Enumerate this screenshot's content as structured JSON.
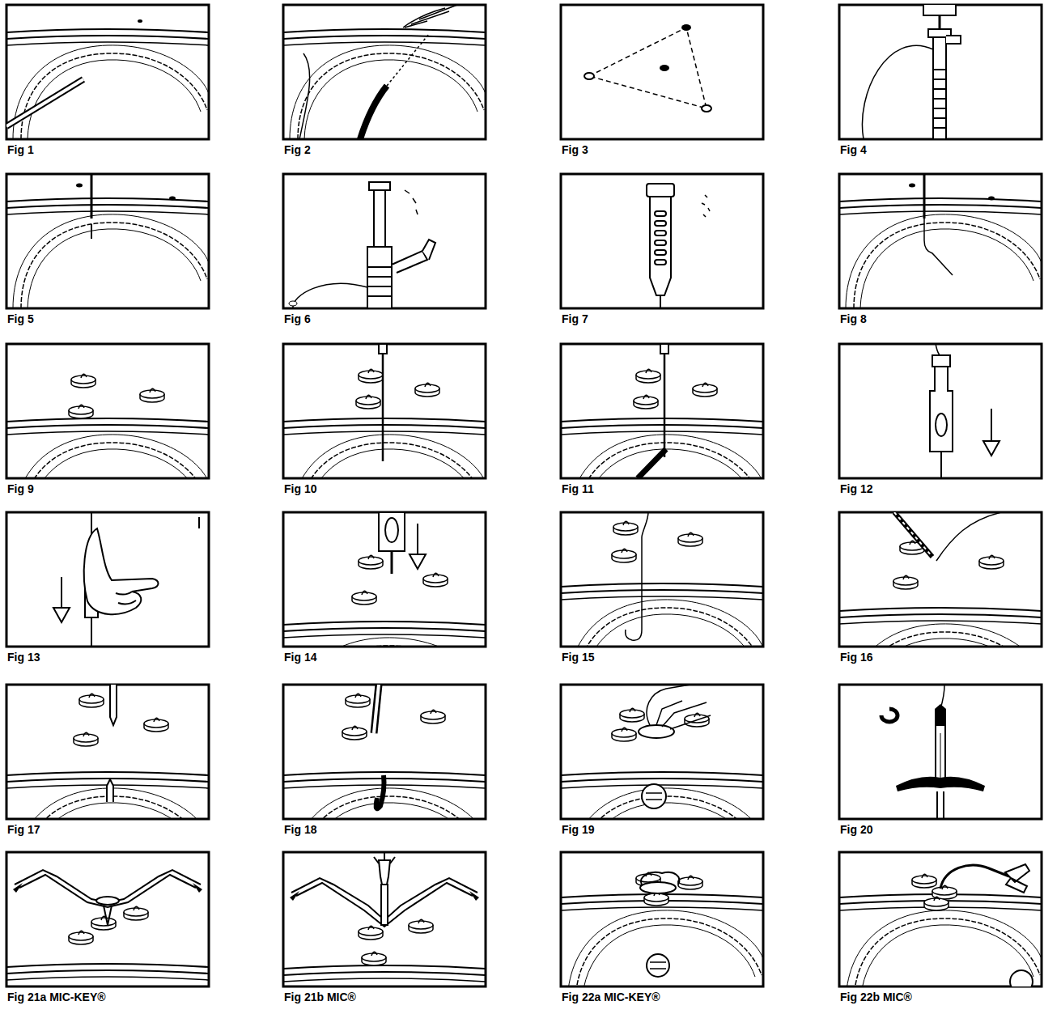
{
  "diagram": {
    "labels": [
      "Fig 1",
      "Fig 2",
      "Fig 3",
      "Fig 4",
      "Fig 5",
      "Fig 6",
      "Fig 7",
      "Fig 8",
      "Fig 9",
      "Fig 10",
      "Fig 11",
      "Fig 12",
      "Fig 13",
      "Fig 14",
      "Fig 15",
      "Fig 16",
      "Fig 17",
      "Fig 18",
      "Fig 19",
      "Fig 20",
      "Fig 21a MIC-KEY®",
      "Fig 21b MIC®",
      "Fig 22a MIC-KEY®",
      "Fig 22b MIC®"
    ]
  }
}
